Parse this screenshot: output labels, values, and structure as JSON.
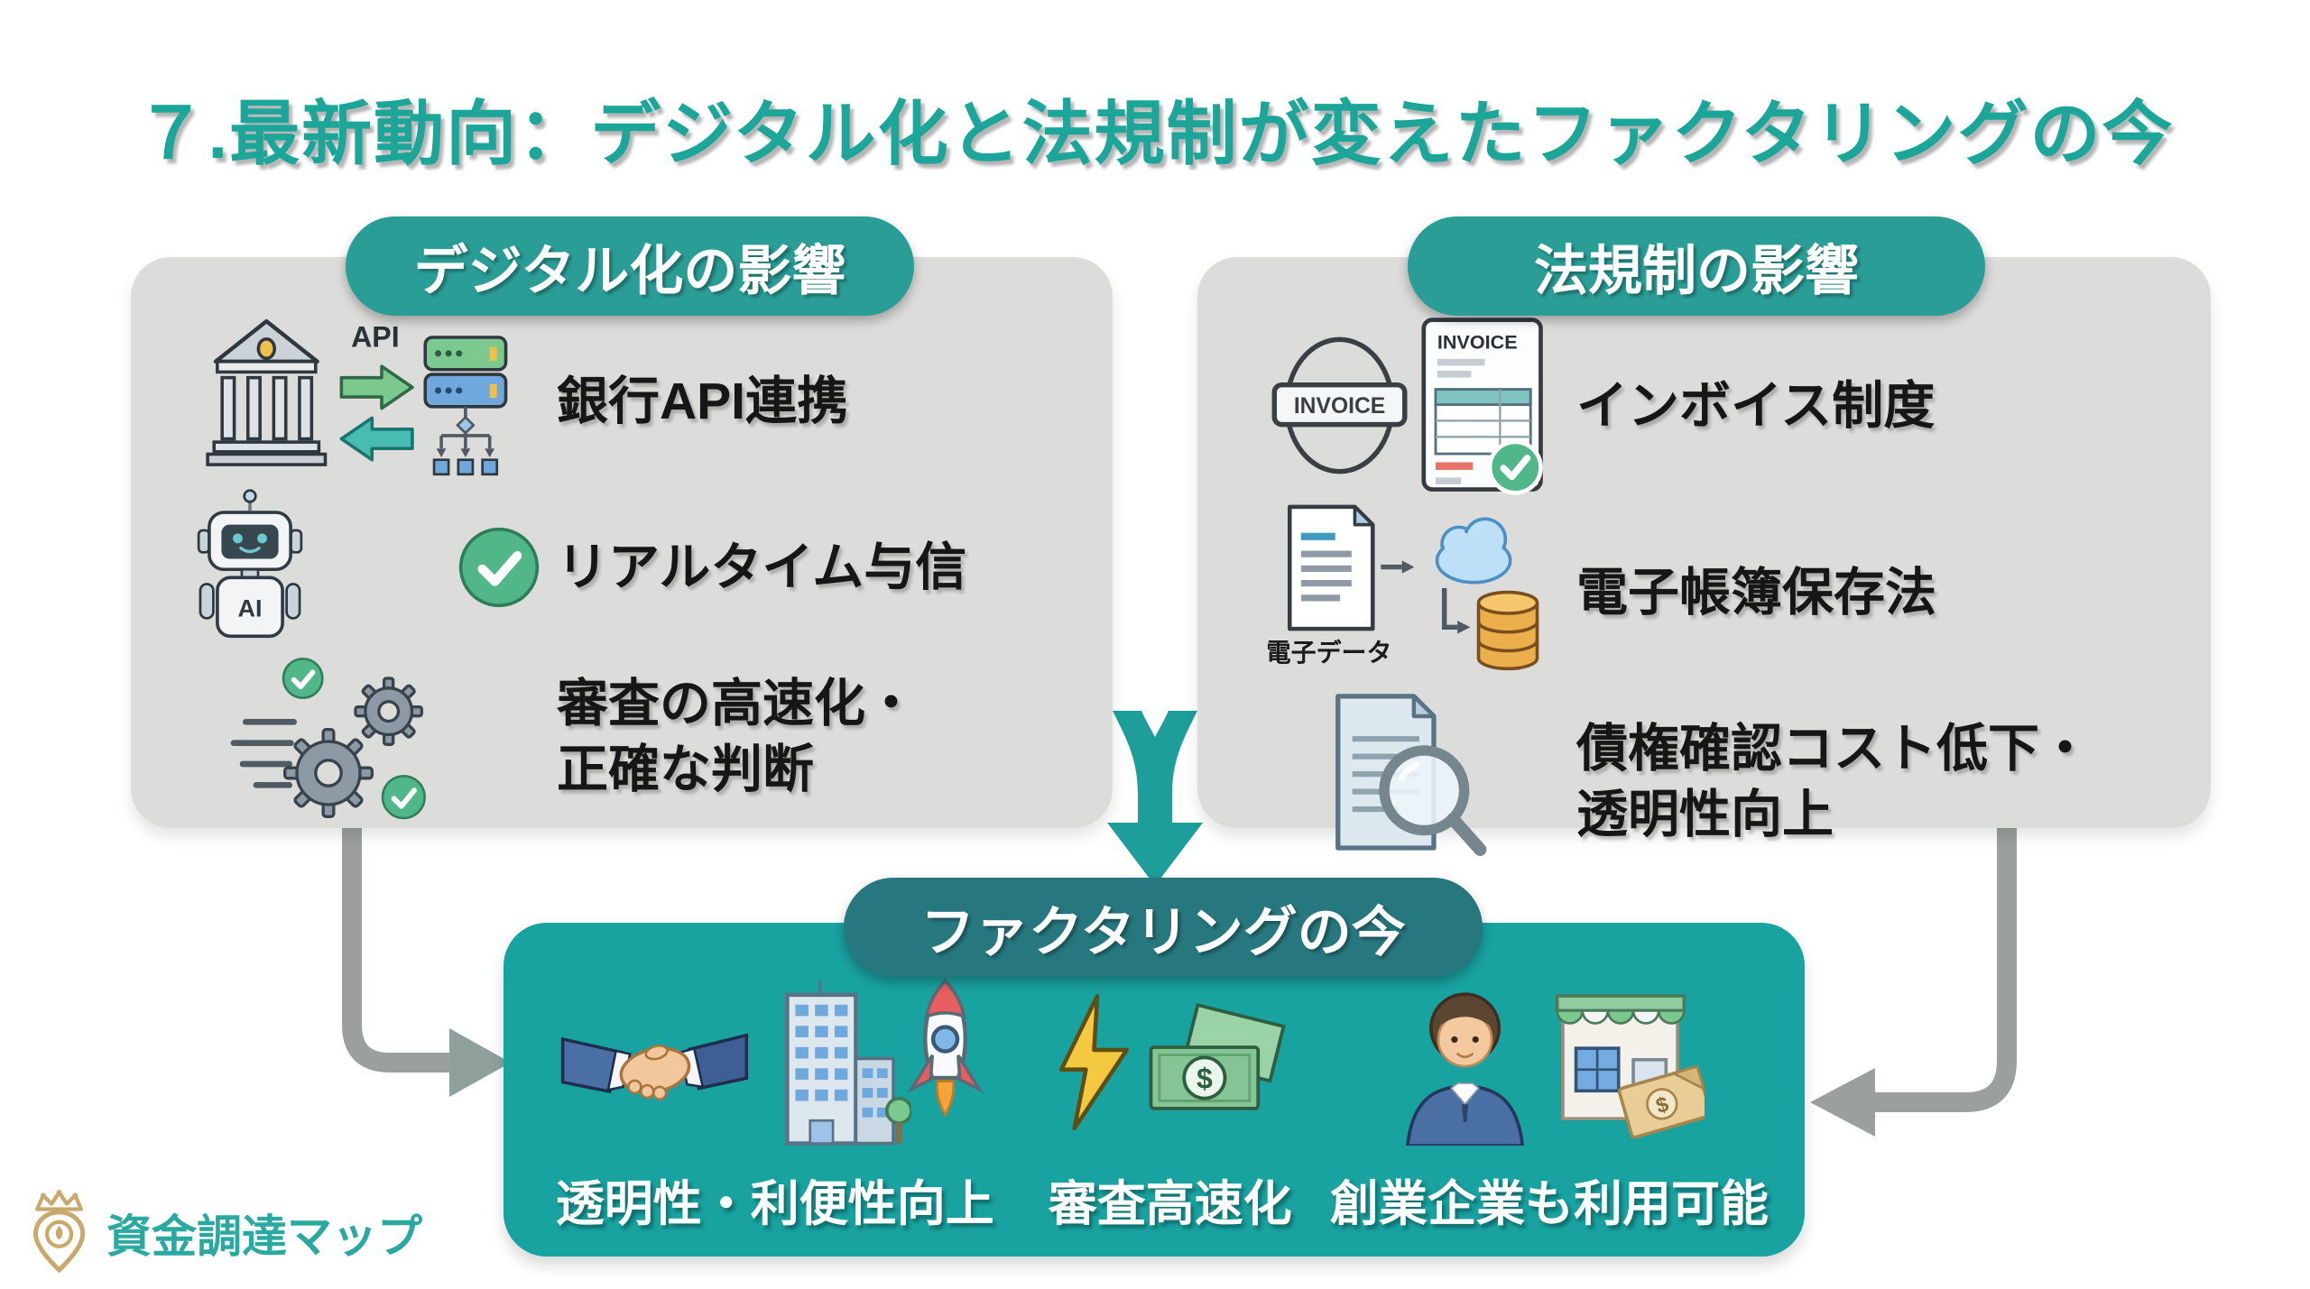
{
  "title": "７.最新動向：デジタル化と法規制が変えたファクタリングの今",
  "left_panel": {
    "header": "デジタル化の影響",
    "items": [
      {
        "label": "銀行API連携",
        "api_label": "API"
      },
      {
        "label": "リアルタイム与信",
        "ai_label": "AI"
      },
      {
        "label": "審査の高速化・\n正確な判断"
      }
    ]
  },
  "right_panel": {
    "header": "法規制の影響",
    "items": [
      {
        "label": "インボイス制度",
        "stamp_label": "INVOICE",
        "doc_label": "INVOICE"
      },
      {
        "label": "電子帳簿保存法",
        "data_label": "電子データ"
      },
      {
        "label": "債権確認コスト低下・\n透明性向上"
      }
    ]
  },
  "bottom_panel": {
    "header": "ファクタリングの今",
    "items": [
      {
        "label": "透明性・利便性向上"
      },
      {
        "label": "審査高速化"
      },
      {
        "label": "創業企業も利用可能"
      }
    ]
  },
  "footer_logo": {
    "text": "資金調達マップ"
  },
  "money_symbol": "$",
  "colors": {
    "title_teal": "#1CA699",
    "header_pill_teal": "#2A9D96",
    "panel_gray": "#DCDCDA",
    "bottom_box_teal": "#18A2A0",
    "bottom_pill_teal": "#26777E",
    "merge_arrow_teal": "#1E9E9B",
    "side_arrow_gray": "#9BA09E",
    "label_black": "#161616",
    "logo_gold": "#C9A96B",
    "logo_teal": "#2BA89F"
  }
}
